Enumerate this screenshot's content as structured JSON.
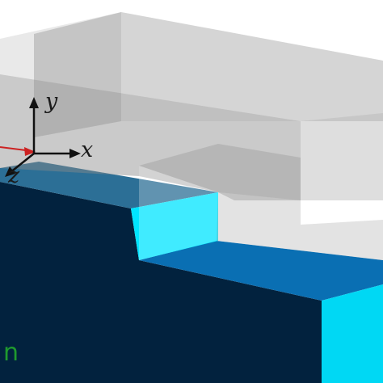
{
  "axes": {
    "x_label": "x",
    "y_label": "y",
    "z_label": "z"
  },
  "corner_label": "n",
  "colors": {
    "background": "#ffffff",
    "slab_front": "#02223e",
    "slab_top": "#2c6f96",
    "step_cyan": "#00e5ff",
    "lower_top": "#0a6fb3",
    "glass": "#bdbdbd",
    "beam": "#cc2222",
    "corner_label": "#1f9a2e",
    "axis": "#111111"
  }
}
